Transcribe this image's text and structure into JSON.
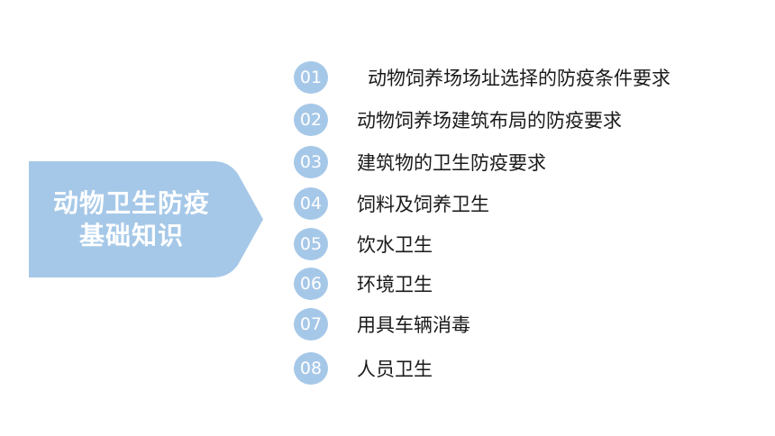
{
  "title": {
    "line1": "动物卫生防疫",
    "line2": "基础知识"
  },
  "colors": {
    "title_bg": "#a6c8e8",
    "circle_bg": "#a6c8e8",
    "text": "#1a1a1a"
  },
  "items": [
    {
      "num": "01",
      "label": "动物饲养场场址选择的防疫条件要求"
    },
    {
      "num": "02",
      "label": "动物饲养场建筑布局的防疫要求"
    },
    {
      "num": "03",
      "label": "建筑物的卫生防疫要求"
    },
    {
      "num": "04",
      "label": "饲料及饲养卫生"
    },
    {
      "num": "05",
      "label": "饮水卫生"
    },
    {
      "num": "06",
      "label": "环境卫生"
    },
    {
      "num": "07",
      "label": "用具车辆消毒"
    },
    {
      "num": "08",
      "label": "人员卫生"
    }
  ]
}
